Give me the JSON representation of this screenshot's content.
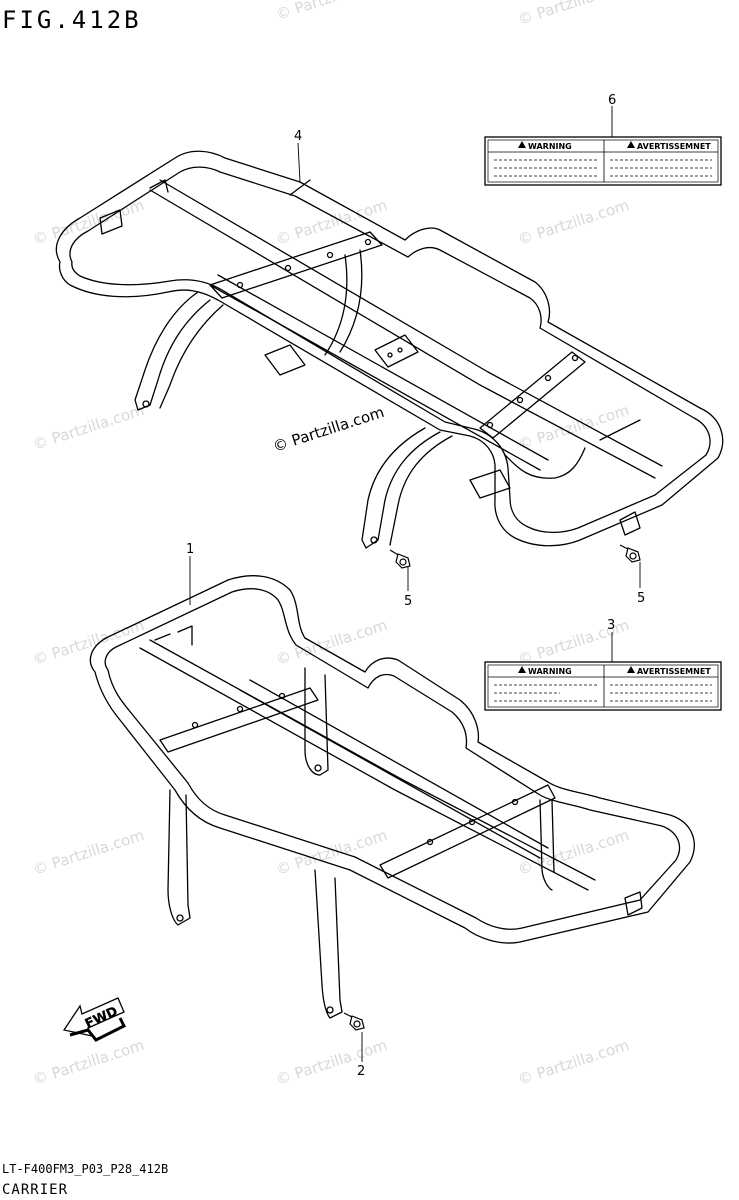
{
  "figure_title": "FIG.412B",
  "watermark": "© Partzilla.com",
  "callouts": {
    "part_1": "1",
    "part_2": "2",
    "part_3": "3",
    "part_4": "4",
    "part_5_left": "5",
    "part_5_right": "5",
    "part_6": "6"
  },
  "labels": {
    "warning": "WARNING",
    "avertissement": "AVERTISSEMNET"
  },
  "fwd_arrow": "FWD",
  "footer": {
    "code": "LT-F400FM3_P03_P28_412B",
    "name": "CARRIER"
  }
}
